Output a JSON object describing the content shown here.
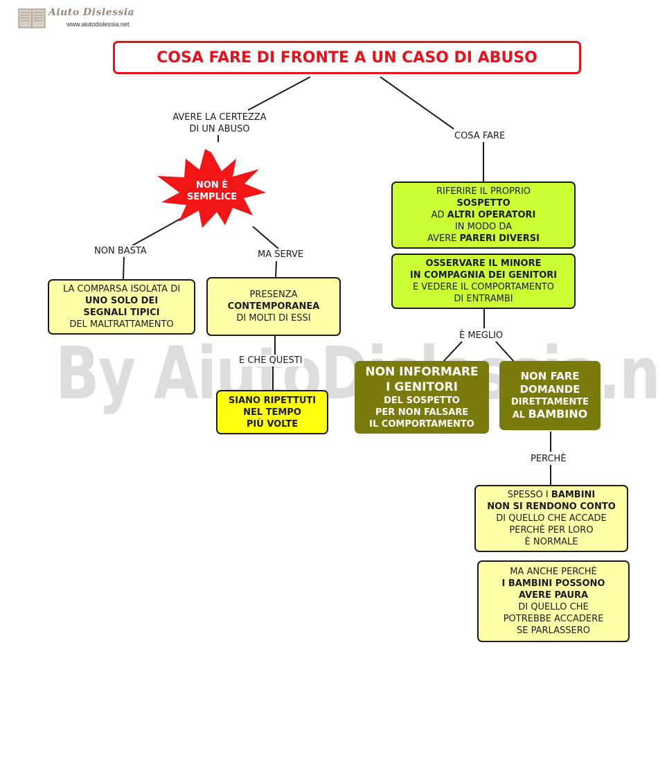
{
  "logo": {
    "title": "Aiuto Dislessia",
    "url": "www.aiutodislessia.net"
  },
  "watermark": "By AiutoDislessia.net",
  "title": "COSA FARE DI FRONTE A UN CASO DI ABUSO",
  "left": {
    "label_line1": "AVERE LA CERTEZZA",
    "label_line2": "DI UN ABUSO",
    "star_line1": "NON È",
    "star_line2": "SEMPLICE",
    "non_basta": "NON BASTA",
    "ma_serve": "MA SERVE",
    "comparsa": {
      "l1": "LA COMPARSA ISOLATA DI",
      "l2": "UNO SOLO DEI",
      "l3": "SEGNALI TIPICI",
      "l4": "DEL MALTRATTAMENTO"
    },
    "presenza": {
      "l1": "PRESENZA",
      "l2": "CONTEMPORANEA",
      "l3": "DI MOLTI DI ESSI"
    },
    "e_che_questi": "E CHE QUESTI",
    "ripetuti": {
      "l1": "SIANO RIPETTUTI",
      "l2": "NEL TEMPO",
      "l3": "PIÙ VOLTE"
    }
  },
  "right": {
    "cosa_fare": "COSA FARE",
    "riferire": {
      "l1": "RIFERIRE IL PROPRIO",
      "l2": "SOSPETTO",
      "l3a": "AD ",
      "l3b": "ALTRI OPERATORI",
      "l4": "IN MODO DA",
      "l5a": "AVERE ",
      "l5b": "PARERI DIVERSI"
    },
    "osservare": {
      "l1": "OSSERVARE IL MINORE",
      "l2": "IN COMPAGNIA DEI GENITORI",
      "l3": "E VEDERE IL COMPORTAMENTO",
      "l4": "DI ENTRAMBI"
    },
    "e_meglio": "È MEGLIO",
    "non_informare": {
      "l1": "NON INFORMARE",
      "l2": "I GENITORI",
      "l3": "DEL SOSPETTO",
      "l4": "PER NON FALSARE",
      "l5": "IL COMPORTAMENTO"
    },
    "non_fare": {
      "l1": "NON FARE",
      "l2": "DOMANDE",
      "l3": "DIRETTAMENTE",
      "l4a": "AL ",
      "l4b": "BAMBINO"
    },
    "perche": "PERCHÈ",
    "spesso": {
      "l1a": "SPESSO I ",
      "l1b": "BAMBINI",
      "l2": "NON SI RENDONO CONTO",
      "l3": "DI QUELLO CHE ACCADE",
      "l4": "PERCHÈ PER LORO",
      "l5": "È NORMALE"
    },
    "ma_anche": {
      "l1": "MA ANCHE PERCHÈ",
      "l2": "I BAMBINI POSSONO",
      "l3": "AVERE PAURA",
      "l4": "DI QUELLO CHE",
      "l5": "POTREBBE ACCADERE",
      "l6": "SE PARLASSERO"
    }
  },
  "colors": {
    "title_red": "#e8101a",
    "star_red": "#f21515",
    "pale_yellow": "#ffffa8",
    "yellow": "#ffff10",
    "lime": "#ccff33",
    "olive": "#7a7a0d"
  }
}
